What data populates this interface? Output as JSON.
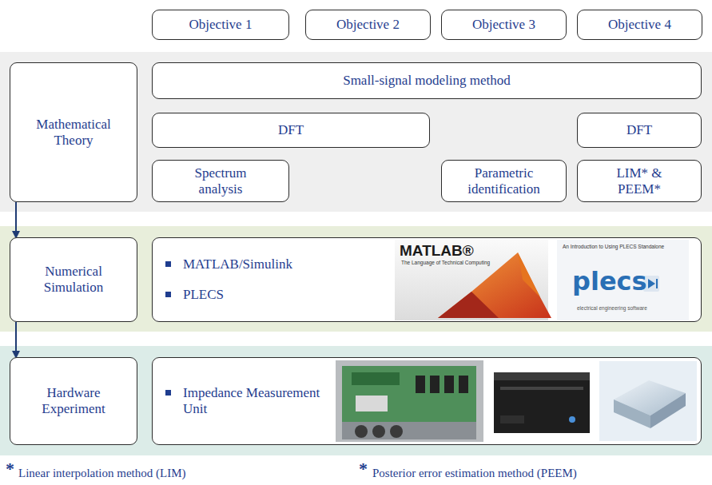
{
  "diagram": {
    "nodes": [
      {
        "text": [
          "Objective 1"
        ]
      },
      {
        "text": [
          "Objective 2"
        ]
      },
      {
        "text": [
          "Objective 3"
        ]
      },
      {
        "text": [
          "Objective 4"
        ]
      },
      {
        "text": [
          "Mathematical Theory"
        ]
      },
      {
        "text": [
          "Small-signal modeling method"
        ]
      },
      {
        "text": [
          "DFT"
        ]
      },
      {
        "text": [
          "DFT"
        ]
      },
      {
        "text": [
          "Spectrum analysis"
        ]
      },
      {
        "text": [
          "Parametric identification"
        ]
      },
      {
        "text": [
          "LIM* & PEEM*"
        ]
      },
      {
        "text": [
          "Numerical Simulation"
        ]
      },
      {
        "text": [
          "MATLAB/Simulink",
          "PLECS"
        ]
      },
      {
        "text": [
          "Hardware Experiment"
        ]
      },
      {
        "text": [
          "Impedance Measurement Unit"
        ]
      }
    ],
    "edges": [
      {
        "from": 4,
        "to": 11,
        "arrow": "to"
      },
      {
        "from": 11,
        "to": 13,
        "arrow": "to"
      }
    ],
    "labels": [
      "MATLAB®",
      "The Language of Technical Computing",
      "An Introduction to Using PLECS Standalone",
      "plecs",
      "electrical engineering software",
      "*",
      "Linear interpolation method (LIM)",
      "*",
      "Posterior error estimation method (PEEM)"
    ]
  }
}
